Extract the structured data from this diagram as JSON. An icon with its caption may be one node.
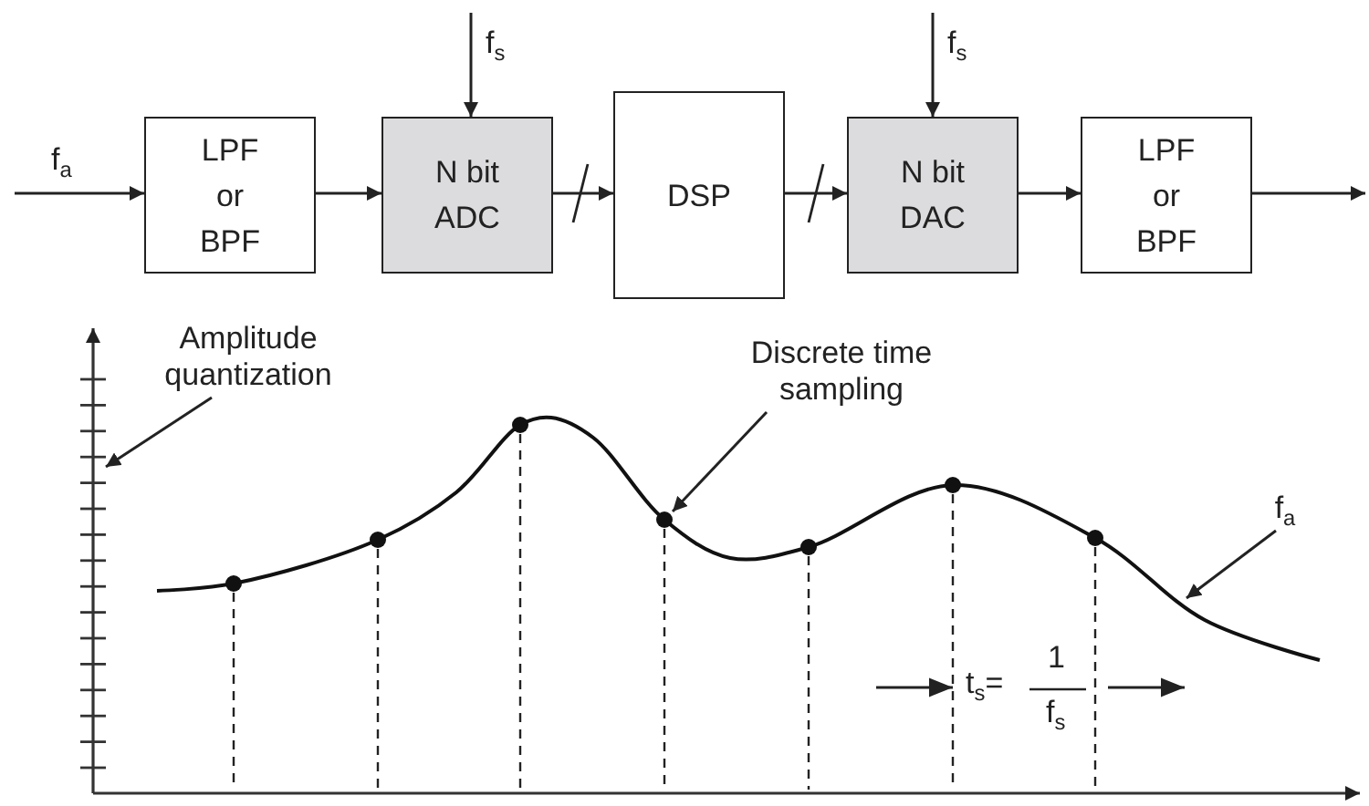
{
  "diagram": {
    "nodes": [
      {
        "text": [
          "LPF or BPF"
        ]
      },
      {
        "text": [
          "N bit ADC"
        ]
      },
      {
        "text": [
          "DSP"
        ]
      },
      {
        "text": [
          "N bit DAC"
        ]
      },
      {
        "text": [
          "LPF or BPF"
        ]
      },
      {
        "text": [
          "Amplitude quantization"
        ]
      },
      {
        "text": [
          "Discrete time sampling"
        ]
      },
      {
        "text": [
          "f$_{a}$"
        ]
      },
      {
        "text": [],
        "shape": "scale"
      },
      {
        "text": [],
        "shape": "circle"
      }
    ],
    "edges": [
      {
        "from": null,
        "to": 0,
        "arrow": "to",
        "label": "f$_{a}$"
      },
      {
        "from": 0,
        "to": 1,
        "arrow": "to"
      },
      {
        "from": 1,
        "to": 2,
        "arrow": "to"
      },
      {
        "from": 2,
        "to": 3,
        "arrow": "to"
      },
      {
        "from": 3,
        "to": 4,
        "arrow": "to"
      },
      {
        "from": 4,
        "to": null,
        "arrow": "to"
      },
      {
        "from": null,
        "to": 1,
        "arrow": "to",
        "label": "f$_{s}$"
      },
      {
        "from": null,
        "to": 3,
        "arrow": "to",
        "label": "f$_{s}$"
      },
      {
        "from": 5,
        "to": 8,
        "arrow": "to"
      },
      {
        "from": 6,
        "to": 9,
        "arrow": "to"
      },
      {
        "from": 7,
        "to": null,
        "arrow": "to"
      }
    ],
    "labels": [
      "t$_{s}$=",
      "1",
      "f$_{s}$"
    ]
  }
}
